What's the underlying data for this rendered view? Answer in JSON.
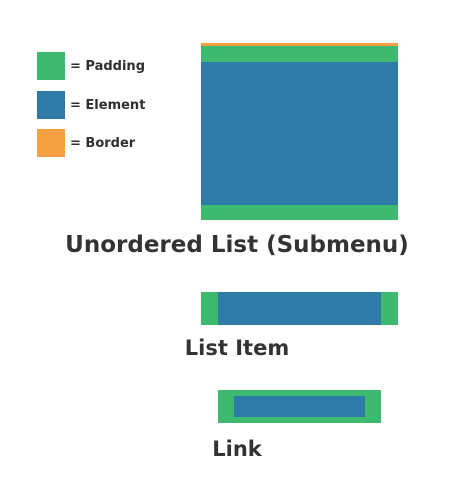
{
  "colors": {
    "padding": "#3dba6f",
    "element": "#2e7ba8",
    "border": "#f5a043"
  },
  "legend": [
    {
      "key": "padding",
      "label": "= Padding"
    },
    {
      "key": "element",
      "label": "= Element"
    },
    {
      "key": "border",
      "label": "= Border"
    }
  ],
  "diagrams": {
    "ul_caption": "Unordered List (Submenu)",
    "li_caption": "List Item",
    "link_caption": "Link"
  }
}
